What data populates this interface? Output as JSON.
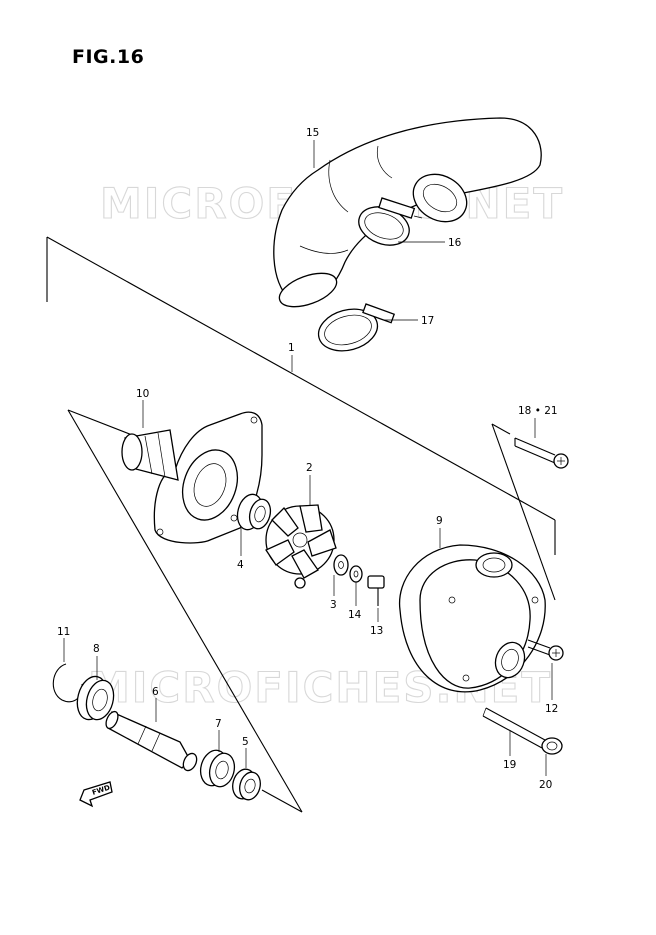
{
  "figure": {
    "title": "FIG.16",
    "watermark_top": "MICROFICHES.NET",
    "watermark_bottom": "MICROFICHES.NET",
    "direction_label": "FWD"
  },
  "callouts": {
    "c1": "1",
    "c2": "2",
    "c3": "3",
    "c4": "4",
    "c5": "5",
    "c6": "6",
    "c7": "7",
    "c8": "8",
    "c9": "9",
    "c10": "10",
    "c11": "11",
    "c12": "12",
    "c13": "13",
    "c14": "14",
    "c15": "15",
    "c16": "16",
    "c17": "17",
    "c18_21": "18 • 21",
    "c19": "19",
    "c20": "20"
  }
}
